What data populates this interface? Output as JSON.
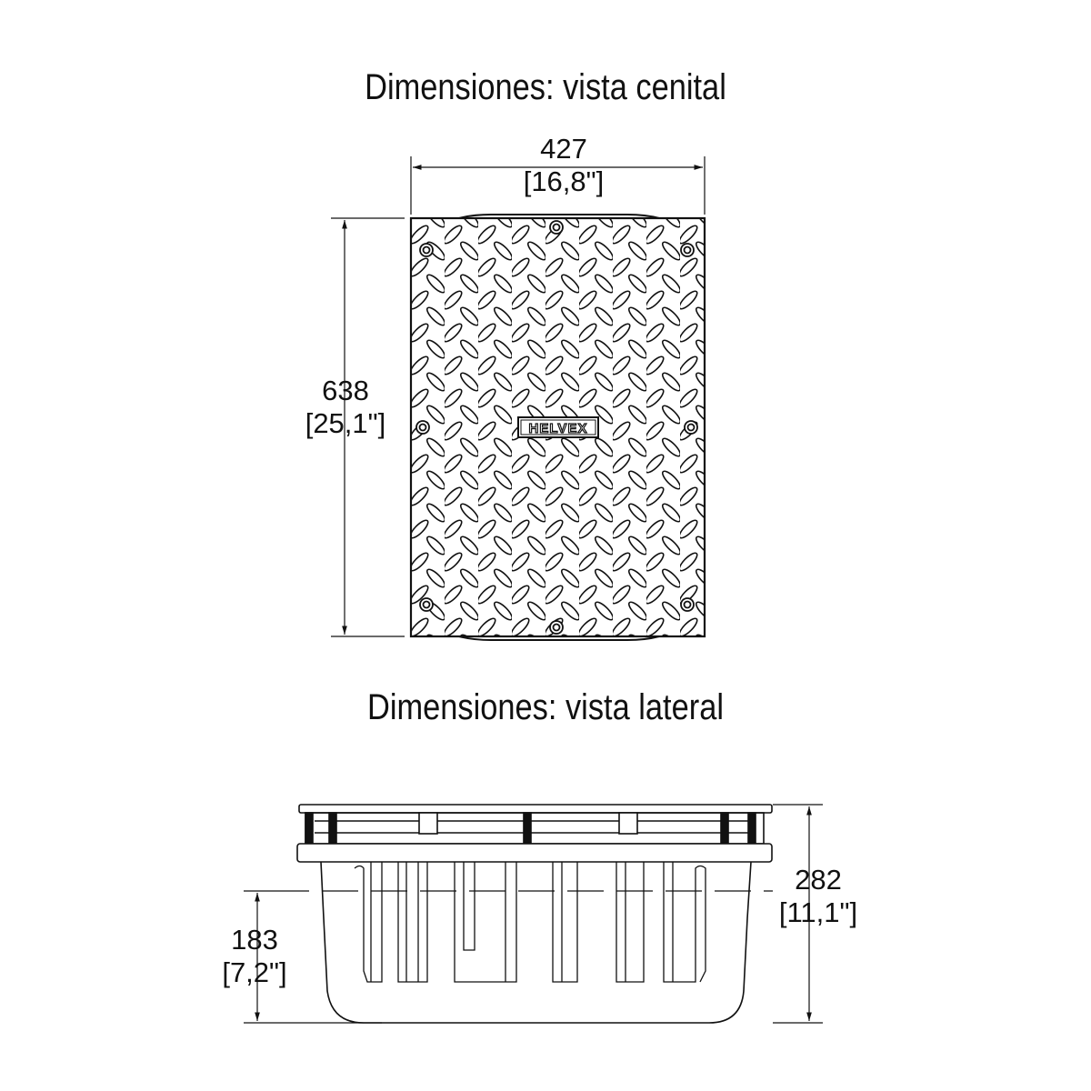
{
  "top_view": {
    "title": "Dimensiones: vista cenital",
    "width_mm": "427",
    "width_in": "[16,8\"]",
    "height_mm": "638",
    "height_in": "[25,1\"]",
    "logo_text": "HELVEX"
  },
  "side_view": {
    "title": "Dimensiones: vista lateral",
    "total_height_mm": "282",
    "total_height_in": "[11,1\"]",
    "body_height_mm": "183",
    "body_height_in": "[7,2\"]"
  },
  "colors": {
    "line": "#111111",
    "background": "#ffffff"
  }
}
